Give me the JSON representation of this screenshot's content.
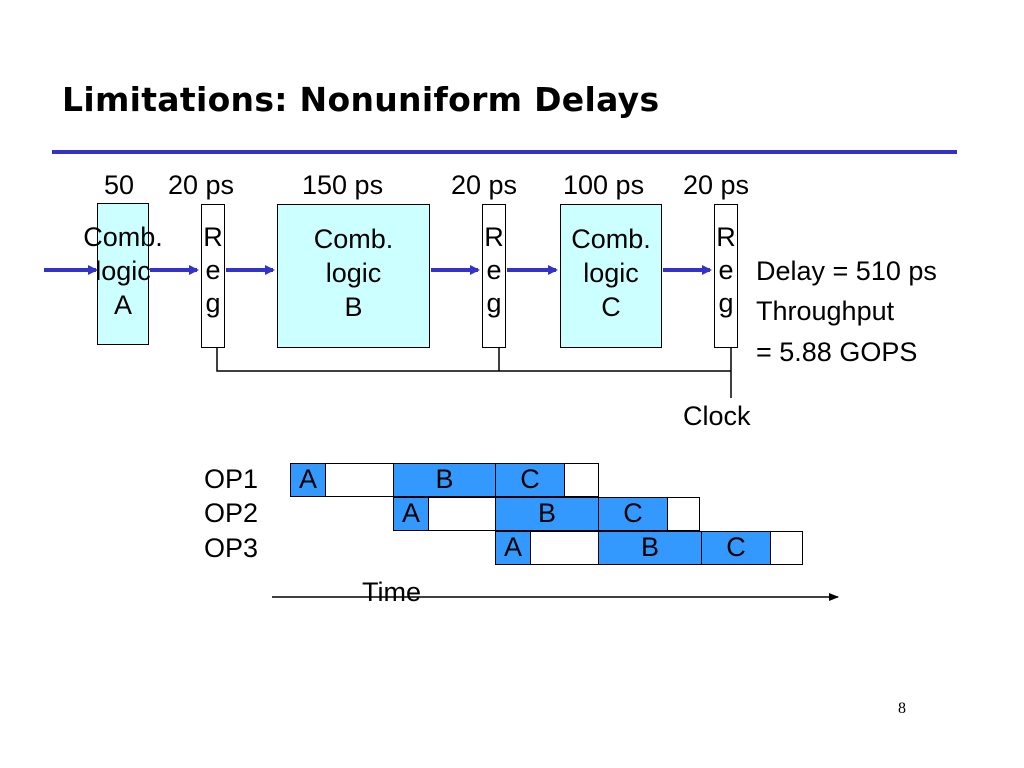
{
  "title": "Limitations: Nonuniform Delays",
  "delays": [
    "50",
    "20 ps",
    "150 ps",
    "20 ps",
    "100 ps",
    "20 ps"
  ],
  "blocks": [
    {
      "line1": "Comb.",
      "line2": "logic",
      "line3": "A"
    },
    {
      "line1": "Comb.",
      "line2": "logic",
      "line3": "B"
    },
    {
      "line1": "Comb.",
      "line2": "logic",
      "line3": "C"
    }
  ],
  "register": {
    "l1": "R",
    "l2": "e",
    "l3": "g"
  },
  "info": {
    "delay": "Delay = 510 ps",
    "throughput": "Throughput",
    "gops": "= 5.88 GOPS"
  },
  "clock_label": "Clock",
  "ops": [
    {
      "label": "OP1",
      "cells": [
        "A",
        "",
        "B",
        "C",
        ""
      ]
    },
    {
      "label": "OP2",
      "cells": [
        "A",
        "",
        "B",
        "C",
        ""
      ]
    },
    {
      "label": "OP3",
      "cells": [
        "A",
        "",
        "B",
        "C",
        ""
      ]
    }
  ],
  "time_label": "Time",
  "page_number": "8",
  "colors": {
    "rule": "#3333cc",
    "block_fill": "#ccffff",
    "stage_fill": "#3399ff",
    "wire": "#3333cc"
  }
}
